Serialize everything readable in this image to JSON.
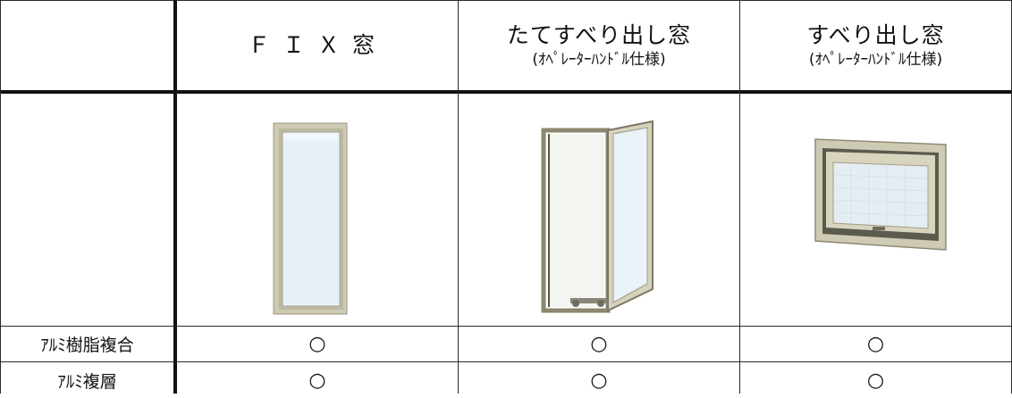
{
  "columns": [
    {
      "title": "ＦＩＸ窓",
      "subtitle": ""
    },
    {
      "title": "たてすべり出し窓",
      "subtitle": "(ｵﾍﾟﾚｰﾀｰﾊﾝﾄﾞﾙ仕様)"
    },
    {
      "title": "すべり出し窓",
      "subtitle": "(ｵﾍﾟﾚｰﾀｰﾊﾝﾄﾞﾙ仕様)"
    }
  ],
  "images": [
    {
      "icon": "fix-window-image"
    },
    {
      "icon": "vertical-casement-window-image"
    },
    {
      "icon": "awning-window-image"
    }
  ],
  "rows": [
    {
      "label": "ｱﾙﾐ樹脂複合",
      "marks": [
        "○",
        "○",
        "○"
      ]
    },
    {
      "label": "ｱﾙﾐ複層",
      "marks": [
        "○",
        "○",
        "○"
      ]
    }
  ],
  "colors": {
    "frame": "#c9c4ae",
    "glass": "#e6f0f6",
    "line": "#2a2a2a"
  }
}
